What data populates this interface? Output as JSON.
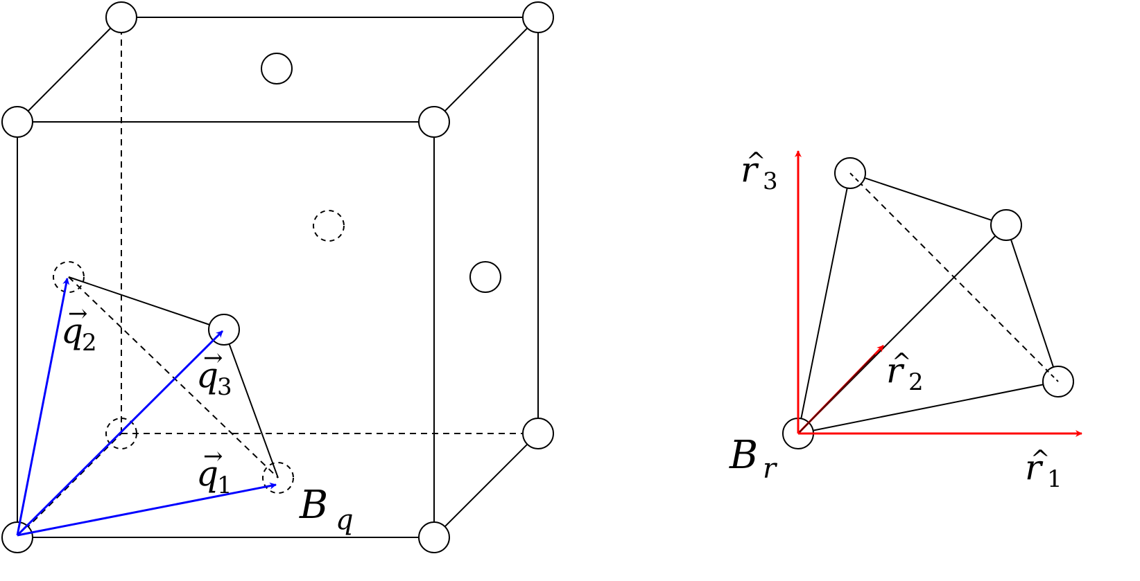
{
  "colors": {
    "ink": "#000000",
    "q_vectors": "#0000ff",
    "r_axes": "#ff0000",
    "r2_axis_shaft": "#550000",
    "background": "#ffffff"
  },
  "labels": {
    "q1_base": "q",
    "q1_sub": "1",
    "q2_base": "q",
    "q2_sub": "2",
    "q3_base": "q",
    "q3_sub": "3",
    "Bq_base": "B",
    "Bq_sub": "q",
    "r1_base": "r",
    "r1_sub": "1",
    "r2_base": "r",
    "r2_sub": "2",
    "r3_base": "r",
    "r3_sub": "3",
    "Br_base": "B",
    "Br_sub": "r",
    "vec_accent": "→",
    "hat_accent": "^"
  },
  "icons": {
    "vector-arrow": "arrow",
    "atom": "circle"
  }
}
